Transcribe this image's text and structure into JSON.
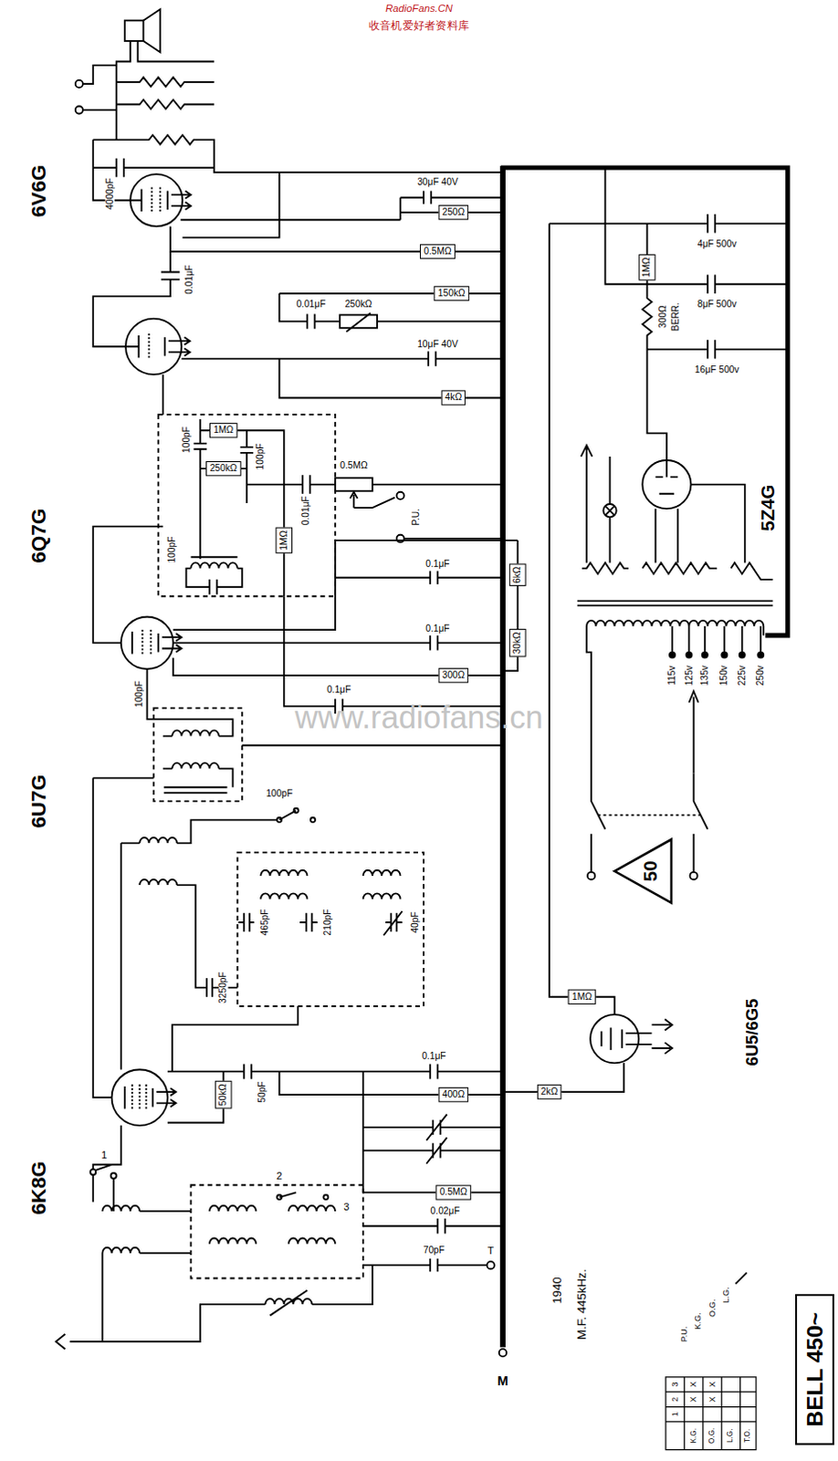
{
  "diagram": {
    "nodes": [
      {
        "text": [
          "250Ω"
        ]
      },
      {
        "text": [
          "0.5MΩ"
        ]
      },
      {
        "text": [
          "150kΩ"
        ]
      },
      {
        "text": [
          "1MΩ"
        ]
      },
      {
        "text": [
          "4kΩ"
        ]
      },
      {
        "text": [
          "1MΩ"
        ]
      },
      {
        "text": [
          "250kΩ"
        ]
      },
      {
        "text": [
          "1MΩ"
        ]
      },
      {
        "text": [
          "6kΩ"
        ]
      },
      {
        "text": [
          "30kΩ"
        ]
      },
      {
        "text": [
          "300Ω"
        ]
      },
      {
        "text": [
          "50"
        ]
      },
      {
        "text": [
          "1MΩ"
        ]
      },
      {
        "text": [
          "50kΩ"
        ]
      },
      {
        "text": [
          "2kΩ"
        ]
      },
      {
        "text": [
          "400Ω"
        ]
      },
      {
        "text": [
          "0.5MΩ"
        ]
      },
      {
        "text": [
          "BELL 450~"
        ]
      }
    ],
    "labels": [
      "RadioFans.CN",
      "收音机爱好者资料库",
      "6V6G",
      "4000pF",
      "0.01μF",
      "30μF 40V",
      "6Q7G",
      "0.01μF",
      "250kΩ",
      "10μF 40V",
      "100pF",
      "100pF",
      "0.01μF",
      "P.U.",
      "0.5MΩ",
      "100pF",
      "6U7G",
      "0.1μF",
      "0.1μF",
      "100pF",
      "0.1μF",
      "100pF",
      "465pF",
      "210pF",
      "40pF",
      "3250pF",
      "6K8G",
      "50pF",
      "0.1μF",
      "1",
      "2",
      "3",
      "0.02μF",
      "70pF",
      "T",
      "M",
      "1940",
      "M.F. 445kHz.",
      "P.U.",
      "K.G.",
      "O.G.",
      "L.G.",
      "1",
      "2",
      "3",
      "K.G.",
      "X",
      "X",
      "O.G.",
      "X",
      "X",
      "L.G.",
      "T.O.",
      "6U5/6G5",
      "5Z4G",
      "4μF 500v",
      "8μF 500v",
      "16μF 500v",
      "300Ω",
      "BERR.",
      "115v",
      "125v",
      "135v",
      "150v",
      "225v",
      "250v",
      "www.radiofans.cn"
    ]
  }
}
